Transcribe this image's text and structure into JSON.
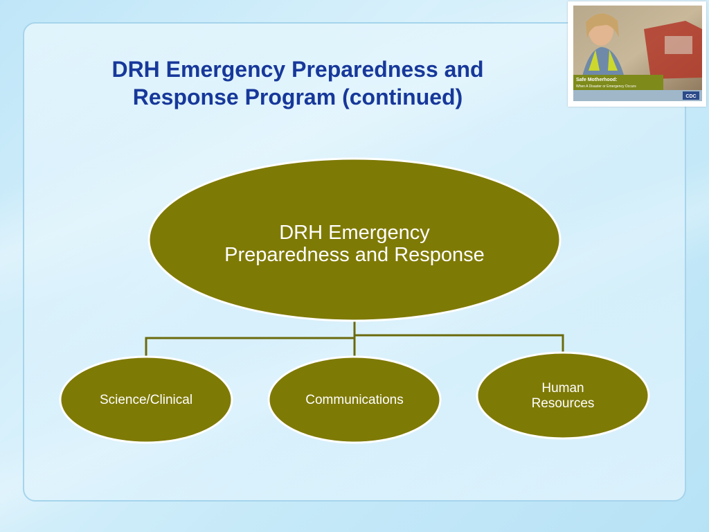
{
  "title": {
    "line1": "DRH Emergency Preparedness and",
    "line2": "Response Program  (continued)"
  },
  "thumbnail": {
    "caption_title": "Safe Motherhood:",
    "caption_sub": "When A Disaster or Emergency Occurs",
    "badge": "CDC"
  },
  "org_chart": {
    "root": {
      "line1": "DRH Emergency",
      "line2": "Preparedness and Response"
    },
    "children": [
      {
        "line1": "Science/Clinical",
        "line2": ""
      },
      {
        "line1": "Communications",
        "line2": ""
      },
      {
        "line1": "Human",
        "line2": "Resources"
      }
    ]
  },
  "colors": {
    "node_fill": "#7e7a06",
    "node_stroke": "#ffffff",
    "connector": "#6b6a0c",
    "title": "#17389a",
    "background": "#c5e9f8"
  }
}
